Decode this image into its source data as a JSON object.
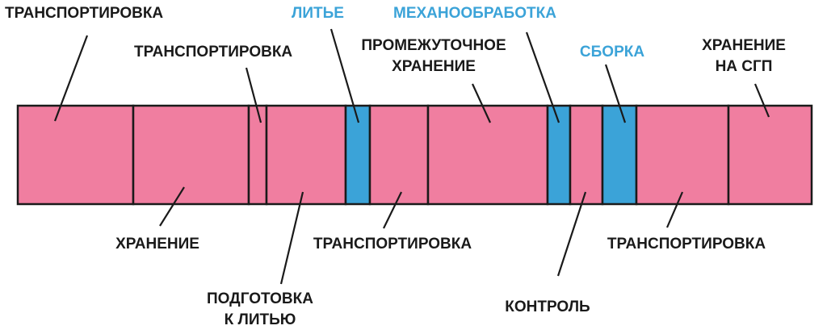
{
  "colors": {
    "pink": "#f07ea0",
    "blue": "#6cc0ea",
    "outline": "#1a1a1a",
    "label_dark": "#1a1a1a",
    "label_blue": "#3ba3d8"
  },
  "segments": [
    {
      "id": "transport-1",
      "type": "non-value-add"
    },
    {
      "id": "storage-1",
      "type": "non-value-add"
    },
    {
      "id": "transport-2",
      "type": "non-value-add"
    },
    {
      "id": "prep-casting",
      "type": "non-value-add"
    },
    {
      "id": "casting",
      "type": "value-add"
    },
    {
      "id": "transport-3",
      "type": "non-value-add"
    },
    {
      "id": "interim-storage",
      "type": "non-value-add"
    },
    {
      "id": "machining",
      "type": "value-add"
    },
    {
      "id": "control",
      "type": "non-value-add"
    },
    {
      "id": "assembly",
      "type": "value-add"
    },
    {
      "id": "transport-4",
      "type": "non-value-add"
    },
    {
      "id": "storage-fg",
      "type": "non-value-add"
    }
  ],
  "labels": {
    "transport_top_left": "ТРАНСПОРТИРОВКА",
    "transport_top_mid": "ТРАНСПОРТИРОВКА",
    "casting": "ЛИТЬЕ",
    "machining": "МЕХАНООБРАБОТКА",
    "interim_storage_line1": "ПРОМЕЖУТОЧНОЕ",
    "interim_storage_line2": "ХРАНЕНИЕ",
    "assembly": "СБОРКА",
    "storage_fg_line1": "ХРАНЕНИЕ",
    "storage_fg_line2": "НА СГП",
    "storage_bottom": "ХРАНЕНИЕ",
    "prep_line1": "ПОДГОТОВКА",
    "prep_line2": "К ЛИТЬЮ",
    "transport_bottom_mid": "ТРАНСПОРТИРОВКА",
    "control": "КОНТРОЛЬ",
    "transport_bottom_right": "ТРАНСПОРТИРОВКА"
  }
}
